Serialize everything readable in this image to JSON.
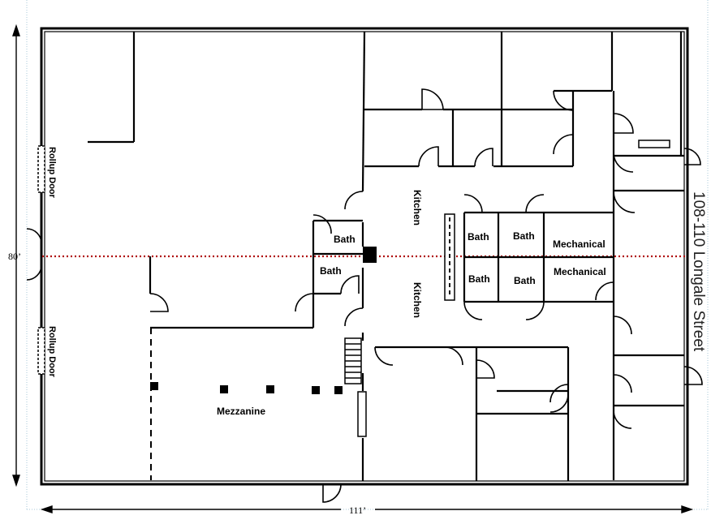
{
  "plan": {
    "width_label": "111’",
    "height_label": "80’",
    "street_label": "108-110 Longale Street",
    "rollup_door_1": "Rollup Door",
    "rollup_door_2": "Rollup Door",
    "kitchen_1": "Kitchen",
    "kitchen_2": "Kitchen",
    "bath_left_top": "Bath",
    "bath_left_bottom": "Bath",
    "bath_center_1": "Bath",
    "bath_center_2": "Bath",
    "bath_center_3": "Bath",
    "bath_center_4": "Bath",
    "mechanical_top": "Mechanical",
    "mechanical_bottom": "Mechanical",
    "mezzanine": "Mezzanine"
  },
  "colors": {
    "walls": "#000000",
    "centerline": "#b01010",
    "guide": "#a8c8d8"
  }
}
